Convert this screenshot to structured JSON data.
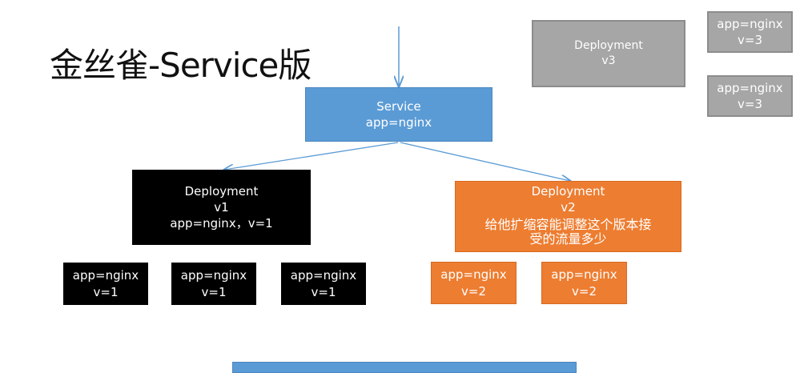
{
  "title": "金丝雀-Service版",
  "service": {
    "name": "Service",
    "label": "app=nginx"
  },
  "deployment_v1": {
    "name": "Deployment",
    "version": "v1",
    "labels": "app=nginx，v=1"
  },
  "deployment_v2": {
    "name": "Deployment",
    "version": "v2",
    "note_line1": "给他扩缩容能调整这个版本接",
    "note_line2": "受的流量多少"
  },
  "deployment_v3": {
    "name": "Deployment",
    "version": "v3"
  },
  "pods_v1": [
    {
      "app": "app=nginx",
      "v": "v=1"
    },
    {
      "app": "app=nginx",
      "v": "v=1"
    },
    {
      "app": "app=nginx",
      "v": "v=1"
    }
  ],
  "pods_v2": [
    {
      "app": "app=nginx",
      "v": "v=2"
    },
    {
      "app": "app=nginx",
      "v": "v=2"
    }
  ],
  "pods_v3": [
    {
      "app": "app=nginx",
      "v": "v=3"
    },
    {
      "app": "app=nginx",
      "v": "v=3"
    }
  ],
  "colors": {
    "service": "#5b9bd5",
    "v1": "#000000",
    "v2": "#ed7d31",
    "v3": "#a6a6a6",
    "arrow": "#5b9bd5"
  }
}
